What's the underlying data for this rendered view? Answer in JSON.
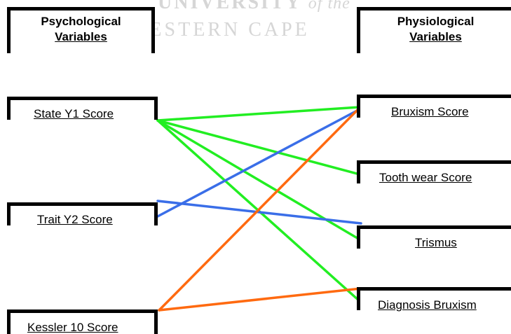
{
  "watermark": {
    "line1_main": "UNIVERSITY",
    "line1_italic": "of the",
    "line2": "WESTERN CAPE"
  },
  "headers": {
    "left": {
      "line1": "Psychological",
      "line2": "Variables"
    },
    "right": {
      "line1": "Physiological",
      "line2": "Variables"
    }
  },
  "left_nodes": [
    {
      "id": "state",
      "label": "State Y1 Score"
    },
    {
      "id": "trait",
      "label": "Trait Y2 Score"
    },
    {
      "id": "kessler",
      "label": "Kessler 10 Score"
    }
  ],
  "right_nodes": [
    {
      "id": "bruxism",
      "label": "Bruxism Score"
    },
    {
      "id": "toothwear",
      "label": "Tooth wear Score"
    },
    {
      "id": "trismus",
      "label": "Trismus"
    },
    {
      "id": "diagnosis",
      "label": "Diagnosis Bruxism"
    }
  ],
  "colors": {
    "green": "#22ee22",
    "blue": "#3a6ee8",
    "orange": "#ff6a10"
  },
  "connections": [
    {
      "from": "state",
      "to": "bruxism",
      "color": "green"
    },
    {
      "from": "state",
      "to": "toothwear",
      "color": "green"
    },
    {
      "from": "state",
      "to": "trismus",
      "color": "green"
    },
    {
      "from": "state",
      "to": "diagnosis",
      "color": "green"
    },
    {
      "from": "trait",
      "to": "bruxism",
      "color": "blue"
    },
    {
      "from": "trait",
      "to": "trismus",
      "color": "blue"
    },
    {
      "from": "kessler",
      "to": "bruxism",
      "color": "orange"
    },
    {
      "from": "kessler",
      "to": "diagnosis",
      "color": "orange"
    }
  ]
}
